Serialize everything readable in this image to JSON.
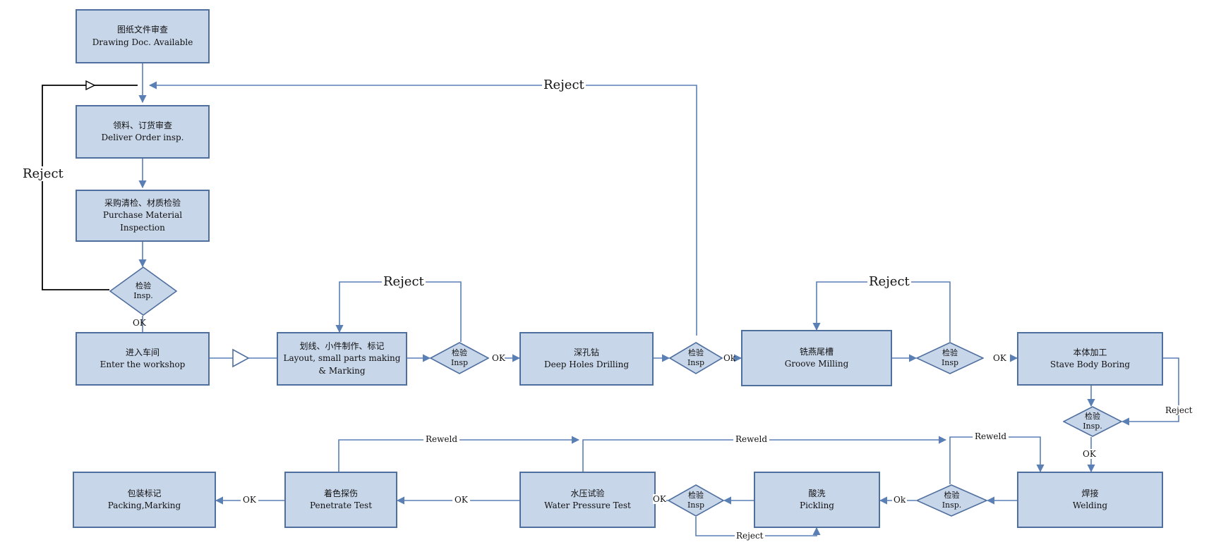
{
  "colors": {
    "box_fill": "#c8d6ea",
    "box_border": "#4f6f9e",
    "line": "#5a7fb5",
    "black_line": "#000000"
  },
  "nodes": {
    "drawing_doc": {
      "zh": "图纸文件审查",
      "en": "Drawing Doc. Available"
    },
    "deliver_order": {
      "zh": "领料、订货审查",
      "en": "Deliver Order insp."
    },
    "purchase_material": {
      "zh": "采购清检、材质检验",
      "en1": "Purchase Material",
      "en2": "Inspection"
    },
    "enter_workshop": {
      "zh": "进入车间",
      "en": "Enter the workshop"
    },
    "layout": {
      "zh": "划线、小件制作、标记",
      "en1": "Layout, small parts making",
      "en2": "& Marking"
    },
    "deep_holes": {
      "zh": "深孔钻",
      "en": "Deep Holes Drilling"
    },
    "groove_milling": {
      "zh": "铣燕尾槽",
      "en": "Groove Milling"
    },
    "stave_body": {
      "zh": "本体加工",
      "en": "Stave Body Boring"
    },
    "welding": {
      "zh": "焊接",
      "en": "Welding"
    },
    "pickling": {
      "zh": "酸洗",
      "en": "Pickling"
    },
    "water_pressure": {
      "zh": "水压试验",
      "en": "Water Pressure Test"
    },
    "penetrate": {
      "zh": "着色探伤",
      "en": "Penetrate Test"
    },
    "packing": {
      "zh": "包装标记",
      "en": "Packing,Marking"
    }
  },
  "decisions": {
    "zh": "检验",
    "en_main": "Insp.",
    "en_plain": "Insp"
  },
  "labels": {
    "reject": "Reject",
    "ok": "OK",
    "ok_lower": "Ok",
    "reweld": "Reweld"
  }
}
